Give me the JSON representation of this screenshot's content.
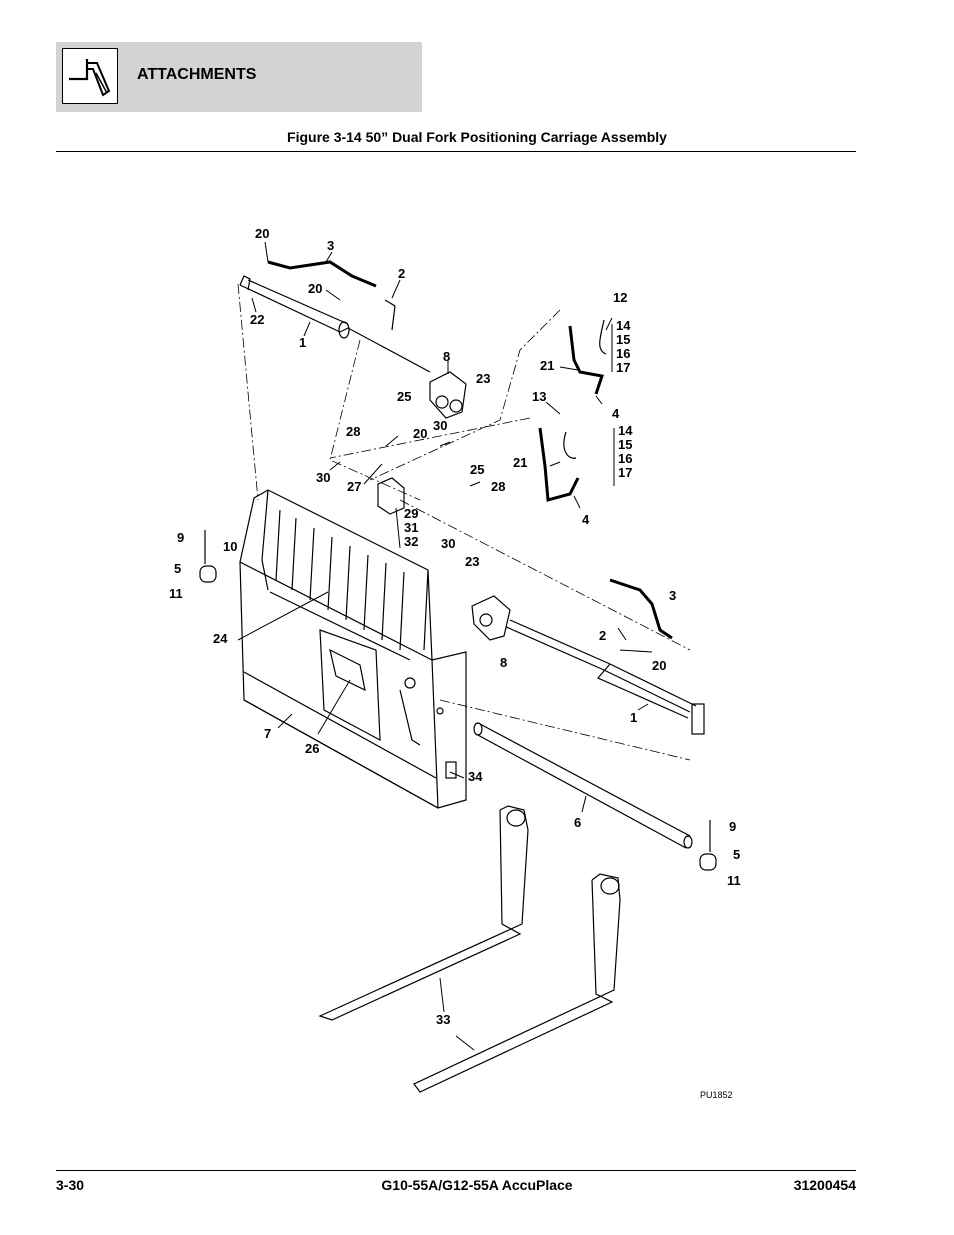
{
  "header": {
    "section_title": "ATTACHMENTS",
    "figure_title": "Figure 3-14 50” Dual Fork Positioning Carriage Assembly",
    "icon": "fork-attachment-icon"
  },
  "diagram": {
    "drawing_code": "PU1852",
    "callouts": [
      {
        "label": "20"
      },
      {
        "label": "3"
      },
      {
        "label": "2"
      },
      {
        "label": "20"
      },
      {
        "label": "22"
      },
      {
        "label": "1"
      },
      {
        "label": "12"
      },
      {
        "label": "14"
      },
      {
        "label": "15"
      },
      {
        "label": "16"
      },
      {
        "label": "17"
      },
      {
        "label": "8"
      },
      {
        "label": "21"
      },
      {
        "label": "23"
      },
      {
        "label": "4"
      },
      {
        "label": "13"
      },
      {
        "label": "25"
      },
      {
        "label": "28"
      },
      {
        "label": "20"
      },
      {
        "label": "30"
      },
      {
        "label": "14"
      },
      {
        "label": "15"
      },
      {
        "label": "16"
      },
      {
        "label": "17"
      },
      {
        "label": "21"
      },
      {
        "label": "30"
      },
      {
        "label": "27"
      },
      {
        "label": "25"
      },
      {
        "label": "28"
      },
      {
        "label": "4"
      },
      {
        "label": "29"
      },
      {
        "label": "31"
      },
      {
        "label": "32"
      },
      {
        "label": "9"
      },
      {
        "label": "10"
      },
      {
        "label": "30"
      },
      {
        "label": "5"
      },
      {
        "label": "23"
      },
      {
        "label": "11"
      },
      {
        "label": "3"
      },
      {
        "label": "24"
      },
      {
        "label": "2"
      },
      {
        "label": "8"
      },
      {
        "label": "20"
      },
      {
        "label": "1"
      },
      {
        "label": "7"
      },
      {
        "label": "26"
      },
      {
        "label": "34"
      },
      {
        "label": "6"
      },
      {
        "label": "9"
      },
      {
        "label": "5"
      },
      {
        "label": "11"
      },
      {
        "label": "33"
      }
    ]
  },
  "footer": {
    "page_number": "3-30",
    "model": "G10-55A/G12-55A AccuPlace",
    "document_number": "31200454"
  }
}
